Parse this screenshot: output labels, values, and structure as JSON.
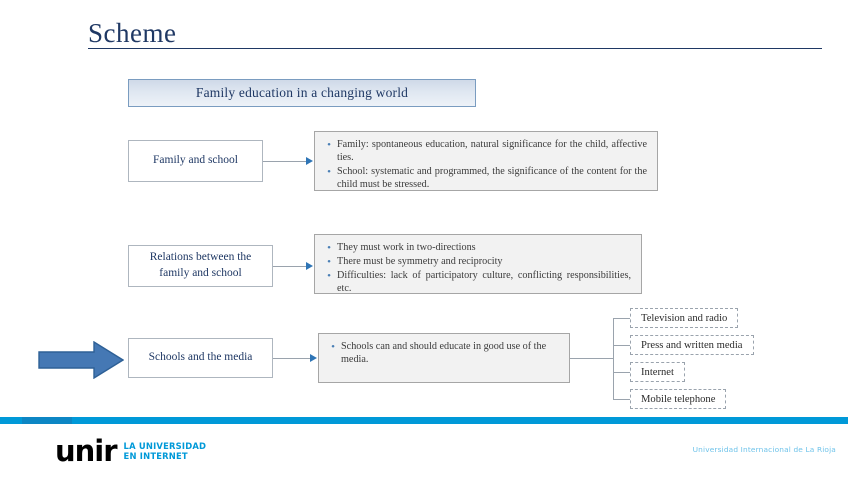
{
  "slide": {
    "title": "Scheme",
    "header_banner": "Family education in a changing world"
  },
  "rows": [
    {
      "label": "Family and school",
      "bullets": [
        "Family: spontaneous education, natural significance for the child, affective ties.",
        "School: systematic and programmed, the significance of the content for the child must be stressed."
      ]
    },
    {
      "label": "Relations between the family and school",
      "bullets": [
        "They must work in two-directions",
        "There must be symmetry and reciprocity",
        "Difficulties: lack of participatory culture, conflicting responsibilities, etc."
      ]
    },
    {
      "label": "Schools and the media",
      "bullets": [
        "Schools can and should educate in good use of the media."
      ]
    }
  ],
  "media_items": [
    "Television and radio",
    "Press and written media",
    "Internet",
    "Mobile telephone"
  ],
  "footer": {
    "logo_word": "unir",
    "logo_tagline_line1": "LA UNIVERSIDAD",
    "logo_tagline_line2": "EN INTERNET",
    "right_text": "Universidad Internacional de La Rioja"
  },
  "colors": {
    "title_navy": "#1f3864",
    "banner_border": "#7a9cc0",
    "content_bg": "#f2f2f2",
    "content_border": "#a6a6a6",
    "bullet_blue": "#4a7fb5",
    "arrow_blue": "#4578b4",
    "arrow_blue_outline": "#2e6096",
    "connector_gray": "#9aa3ad",
    "brand_cyan": "#0099d8",
    "footer_right_cyan": "#6fc3ea"
  },
  "bullet_glyph": "•"
}
